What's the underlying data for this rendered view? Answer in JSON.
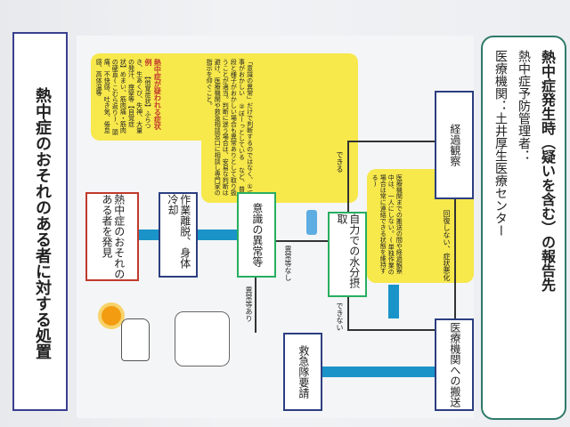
{
  "title": "熱中症のおそれのある者に対する処置",
  "boxes": {
    "discover": "熱中症のおそれのある者を発見",
    "evacuate": "作業離脱、身体冷却",
    "consciousness": "意識の異常等",
    "hydration": "自力での水分摂取",
    "observe": "経過観察",
    "ambulance": "救急隊要請",
    "transport": "医療機関への搬送"
  },
  "notes": {
    "symptoms_header": "熱中症が疑われる症状例",
    "symptoms_body": "【他覚症状】ふらつき、生あくび、失神、大量の発汗、痙攣等【自覚症状】めまい、筋肉痛・筋肉の硬直(こむら返り)、頭痛、不快感、吐き気、倦怠感、高体温等",
    "check_body": "「意識の異常」だけで判断するのではなく、①返事がおかしい ②ぼーっとしている など、普段と様子がおかしい場合も異常ありとして取り扱うことが適当。判断に迷う場合は、安易な判断は避け、医療機関や救急相談窓口に相談し専門家の指示を仰ぐこと。",
    "watch_body": "医療機関までの搬送の間や経過観察中は、一人にしない。(単独作業の場合は常に連絡できる状態を維持する)"
  },
  "labels": {
    "abnormal": "異常等あり",
    "normal": "異常等なし",
    "can": "できる",
    "cannot": "できない",
    "no_recovery": "回復しない、症状悪化"
  },
  "right_panel": {
    "heading": "熱中症発生時（疑いを含む）の報告先",
    "manager": "熱中症予防管理者：",
    "hospital_prefix": "医療機関",
    "hospital_name": "：土井厚生医療センター"
  }
}
